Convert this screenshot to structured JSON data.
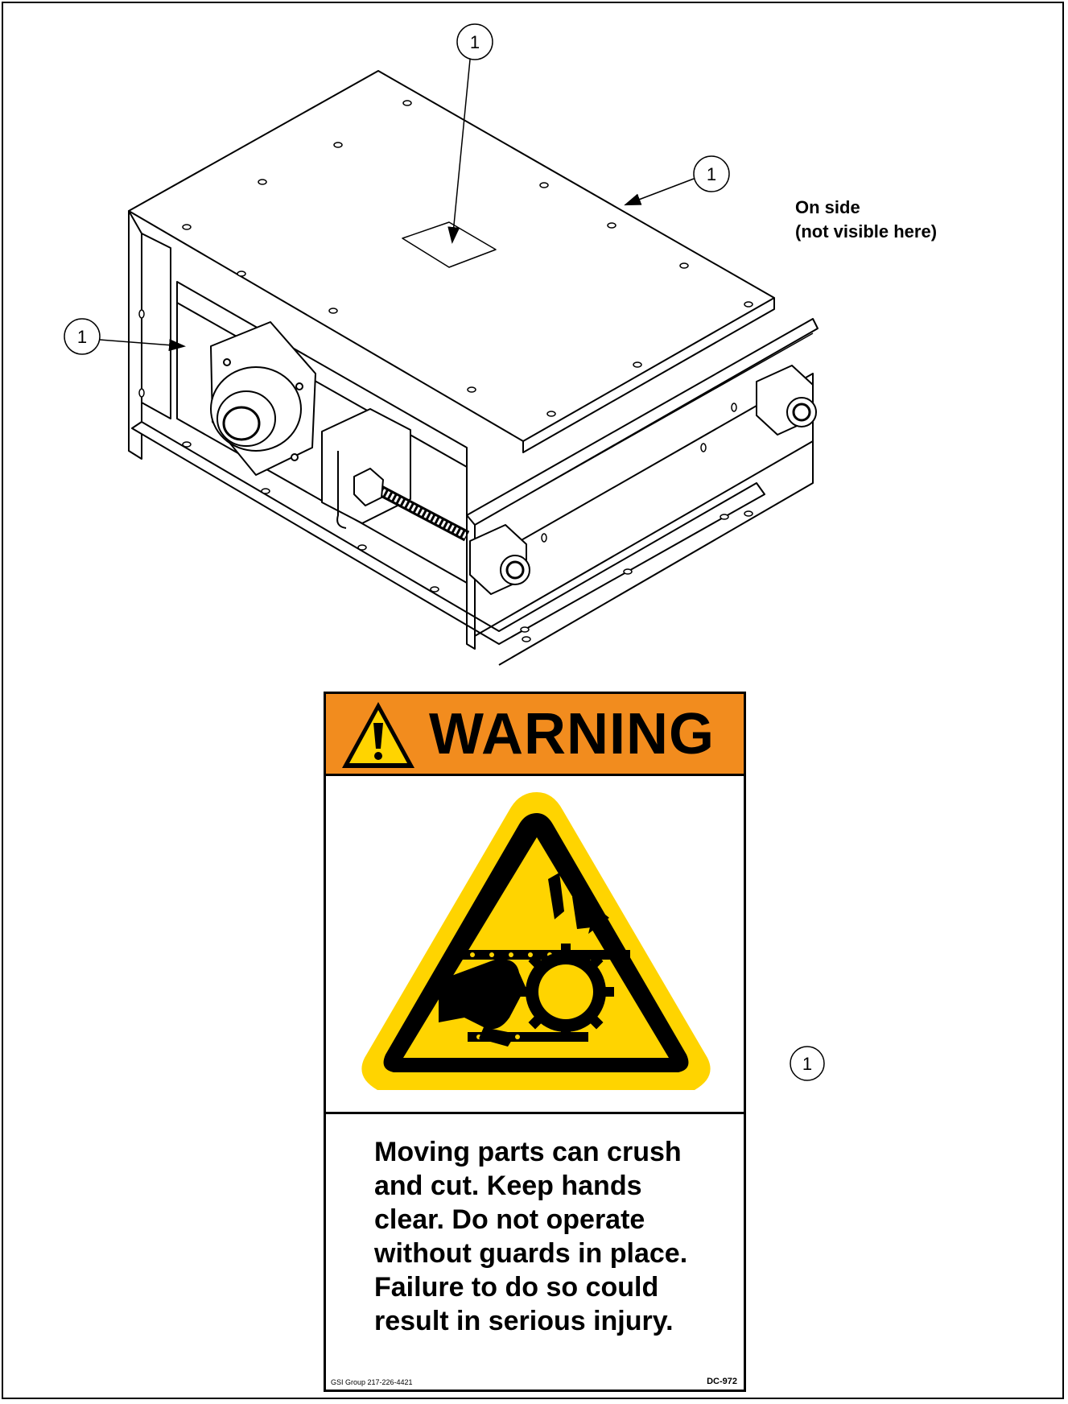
{
  "callouts": {
    "top": "1",
    "side_right": "1",
    "left": "1",
    "decal": "1"
  },
  "side_note": {
    "line1": "On side",
    "line2": "(not visible here)"
  },
  "decal": {
    "header": "WARNING",
    "header_color": "#f28c1e",
    "pictogram_color": "#ffd400",
    "pictogram": "chain-sprocket-crush-hazard-icon",
    "message": "Moving parts can crush\nand cut.  Keep hands\nclear. Do not operate\nwithout guards in place.\nFailure to do so could\nresult in serious injury.",
    "footer_left": "GSI Group 217-226-4421",
    "footer_right": "DC-972"
  }
}
